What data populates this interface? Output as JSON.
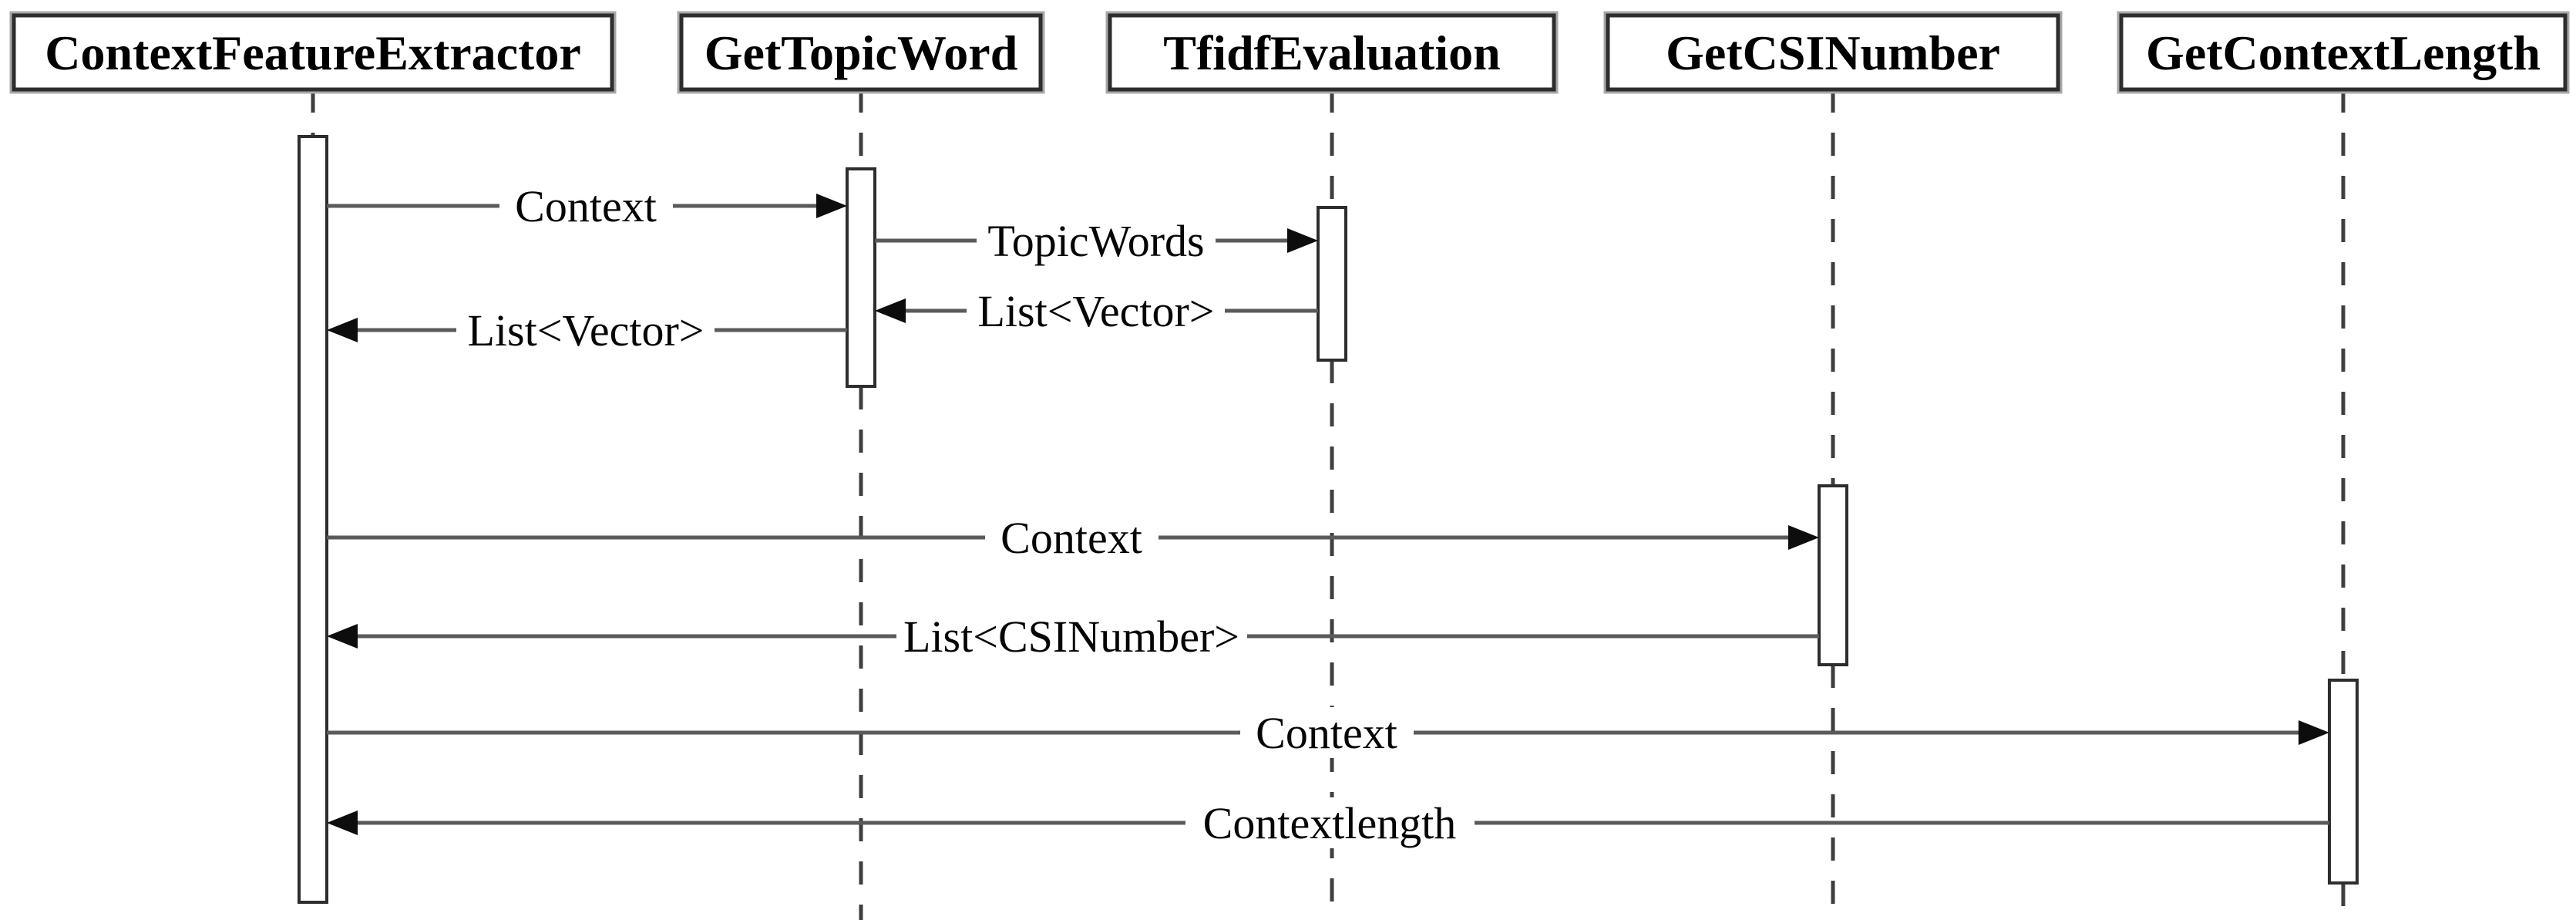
{
  "diagram": {
    "type": "uml-sequence-diagram",
    "colors": {
      "background": "#ffffff",
      "line": "#5a5a5a",
      "border": "#2d2d2d",
      "text": "#000000"
    },
    "lifelines": [
      {
        "name": "ContextFeatureExtractor"
      },
      {
        "name": "GetTopicWord"
      },
      {
        "name": "TfidfEvaluation"
      },
      {
        "name": "GetCSINumber"
      },
      {
        "name": "GetContextLength"
      }
    ],
    "messages": [
      {
        "label": "Context",
        "from": "ContextFeatureExtractor",
        "to": "GetTopicWord",
        "direction": "right"
      },
      {
        "label": "TopicWords",
        "from": "GetTopicWord",
        "to": "TfidfEvaluation",
        "direction": "right"
      },
      {
        "label": "List<Vector>",
        "from": "TfidfEvaluation",
        "to": "GetTopicWord",
        "direction": "left"
      },
      {
        "label": "List<Vector>",
        "from": "GetTopicWord",
        "to": "ContextFeatureExtractor",
        "direction": "left"
      },
      {
        "label": "Context",
        "from": "ContextFeatureExtractor",
        "to": "GetCSINumber",
        "direction": "right"
      },
      {
        "label": "List<CSINumber>",
        "from": "GetCSINumber",
        "to": "ContextFeatureExtractor",
        "direction": "left"
      },
      {
        "label": "Context",
        "from": "ContextFeatureExtractor",
        "to": "GetContextLength",
        "direction": "right"
      },
      {
        "label": "Contextlength",
        "from": "GetContextLength",
        "to": "ContextFeatureExtractor",
        "direction": "left"
      }
    ]
  }
}
